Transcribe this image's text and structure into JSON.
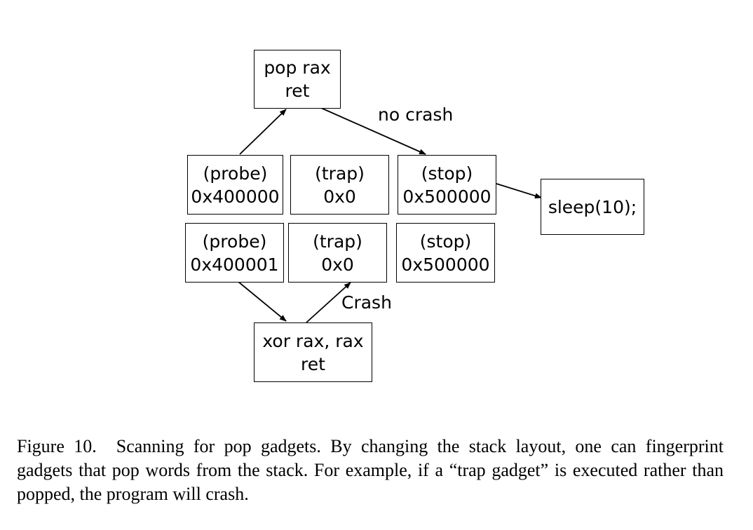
{
  "diagram": {
    "nodes": {
      "pop": {
        "lines": [
          "pop rax",
          "ret"
        ]
      },
      "probe1": {
        "lines": [
          "(probe)",
          "0x400000"
        ]
      },
      "trap1": {
        "lines": [
          "(trap)",
          "0x0"
        ]
      },
      "stop1": {
        "lines": [
          "(stop)",
          "0x500000"
        ]
      },
      "sleep": {
        "lines": [
          "sleep(10);"
        ]
      },
      "probe2": {
        "lines": [
          "(probe)",
          "0x400001"
        ]
      },
      "trap2": {
        "lines": [
          "(trap)",
          "0x0"
        ]
      },
      "stop2": {
        "lines": [
          "(stop)",
          "0x500000"
        ]
      },
      "xor": {
        "lines": [
          "xor rax, rax",
          "ret"
        ]
      }
    },
    "edges": [
      {
        "from": "probe1",
        "to": "pop"
      },
      {
        "from": "pop",
        "to": "stop1",
        "label": "no crash"
      },
      {
        "from": "stop1",
        "to": "sleep"
      },
      {
        "from": "probe2",
        "to": "xor"
      },
      {
        "from": "xor",
        "to": "trap2",
        "label": "Crash"
      }
    ],
    "labels": {
      "no_crash": "no crash",
      "crash": "Crash"
    }
  },
  "caption": {
    "number": "Figure 10.",
    "text": "Scanning for pop gadgets. By changing the stack layout, one can fingerprint gadgets that pop words from the stack. For example, if a “trap gadget” is executed rather than popped, the program will crash."
  }
}
